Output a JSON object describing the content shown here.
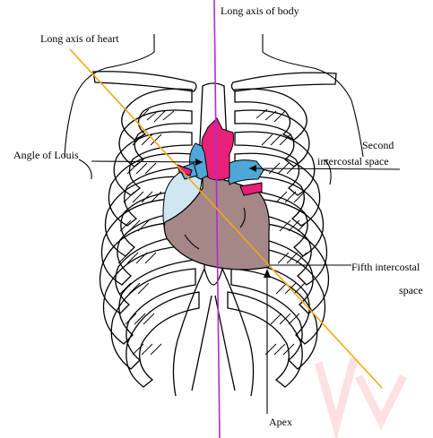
{
  "labels": {
    "long_axis_body": "Long axis of body",
    "long_axis_heart": "Long axis of heart",
    "angle_of_louis": "Angle of Louis",
    "second_ics_1": "Second",
    "second_ics_2": "intercostal space",
    "fifth_ics_1": "Fifth intercostal",
    "fifth_ics_2": "space",
    "apex": "Apex"
  },
  "colors": {
    "body_axis": "#b02ad0",
    "heart_axis": "#f0a818",
    "aorta": "#e8207a",
    "vessels": "#4fa7d8",
    "right_atrium": "#cfe7f1",
    "ventricles": "#a58787",
    "watermark": "#ffd8d8"
  }
}
